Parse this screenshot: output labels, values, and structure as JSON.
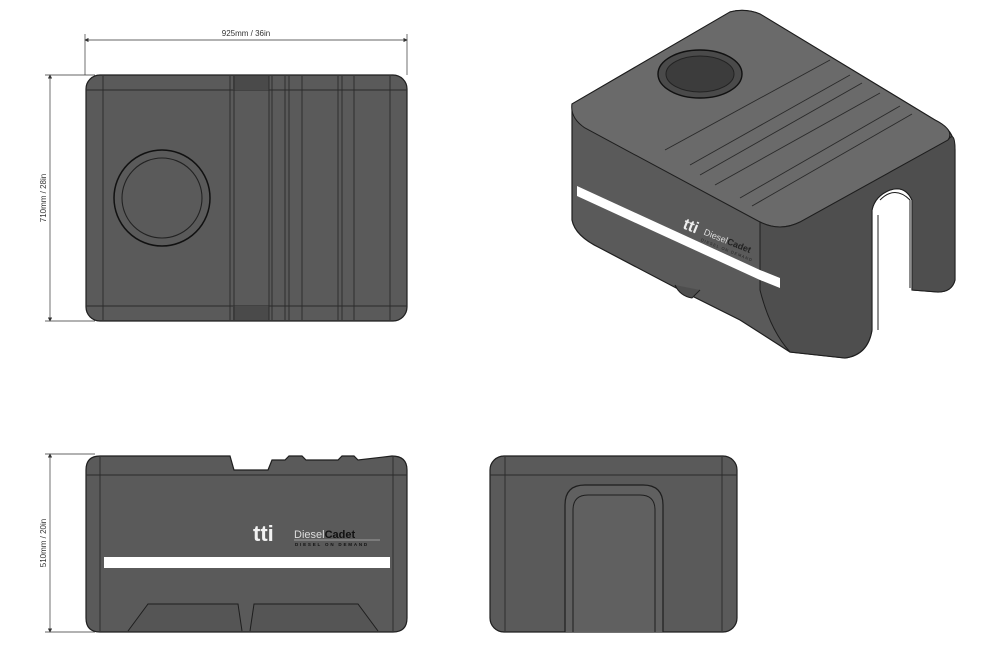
{
  "dimensions": {
    "width": "925mm / 36in",
    "depth": "710mm / 28in",
    "height": "510mm / 20in"
  },
  "logo": {
    "mark": "tti",
    "brand_part1": "Diesel",
    "brand_part2": "Cadet",
    "tagline": "DIESEL ON DEMAND"
  },
  "colors": {
    "tank_body": "#5a5a5a",
    "outline": "#1e1e1e",
    "stripe": "#ffffff"
  }
}
